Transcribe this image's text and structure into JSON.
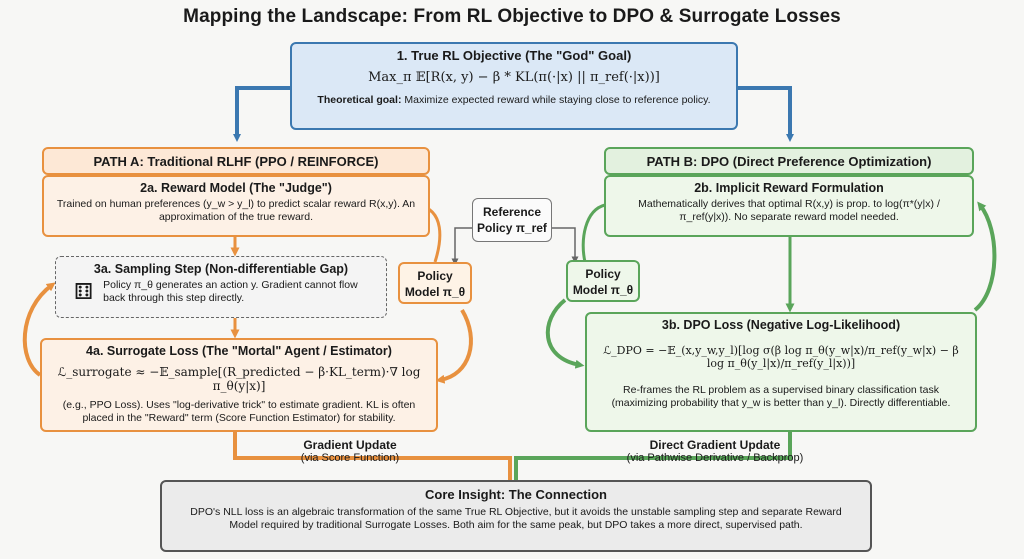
{
  "title": "Mapping the Landscape: From RL Objective to DPO & Surrogate Losses",
  "box1": {
    "header": "1. True RL Objective (The \"God\" Goal)",
    "formula": "Max_π 𝔼[R(x, y) − β * KL(π(·|x) || π_ref(·|x))]",
    "note_bold": "Theoretical goal:",
    "note": "Maximize expected reward while staying close to reference policy."
  },
  "pathA": {
    "header": "PATH A: Traditional RLHF (PPO / REINFORCE)",
    "box2a": {
      "header": "2a. Reward Model (The \"Judge\")",
      "text": "Trained on human preferences (y_w > y_l) to predict scalar reward R(x,y). An approximation of the true reward."
    },
    "box3a": {
      "header": "3a. Sampling Step (Non-differentiable Gap)",
      "text": "Policy π_θ generates an action y. Gradient cannot flow back through this step directly."
    },
    "box4a": {
      "header": "4a. Surrogate Loss (The \"Mortal\" Agent / Estimator)",
      "formula": "ℒ_surrogate ≈ −𝔼_sample[(R_predicted − β·KL_term)·∇ log π_θ(y|x)]",
      "text": "(e.g., PPO Loss). Uses \"log-derivative trick\" to estimate gradient. KL is often placed in the \"Reward\" term (Score Function Estimator) for stability."
    },
    "update_label": "Gradient Update",
    "update_sub": "(via Score Function)"
  },
  "pathB": {
    "header": "PATH B: DPO (Direct Preference Optimization)",
    "box2b": {
      "header": "2b. Implicit Reward Formulation",
      "text": "Mathematically derives that optimal R(x,y) is prop. to log(π*(y|x) / π_ref(y|x)). No separate reward model needed."
    },
    "box3b": {
      "header": "3b. DPO Loss (Negative Log-Likelihood)",
      "formula": "ℒ_DPO = −𝔼_(x,y_w,y_l)[log σ(β log π_θ(y_w|x)/π_ref(y_w|x) − β log π_θ(y_l|x)/π_ref(y_l|x))]",
      "text": "Re-frames the RL problem as a supervised binary classification task (maximizing probability that y_w is better than y_l). Directly differentiable."
    },
    "update_label": "Direct Gradient Update",
    "update_sub": "(via Pathwise Derivative / Backprop)"
  },
  "policyA": {
    "line1": "Policy",
    "line2": "Model π_θ"
  },
  "policyB": {
    "line1": "Policy",
    "line2": "Model π_θ"
  },
  "reference": {
    "line1": "Reference",
    "line2": "Policy π_ref"
  },
  "core": {
    "header": "Core Insight: The Connection",
    "text": "DPO's NLL loss is an algebraic transformation of the same True RL Objective, but it avoids the unstable sampling step and separate Reward Model required by traditional Surrogate Losses. Both aim for the same peak, but DPO takes a more direct, supervised path."
  },
  "colors": {
    "blue": "#3b78b0",
    "orange": "#e8913f",
    "green": "#5aa55a",
    "gray": "#555555"
  },
  "icons": [
    "dice-icon"
  ]
}
